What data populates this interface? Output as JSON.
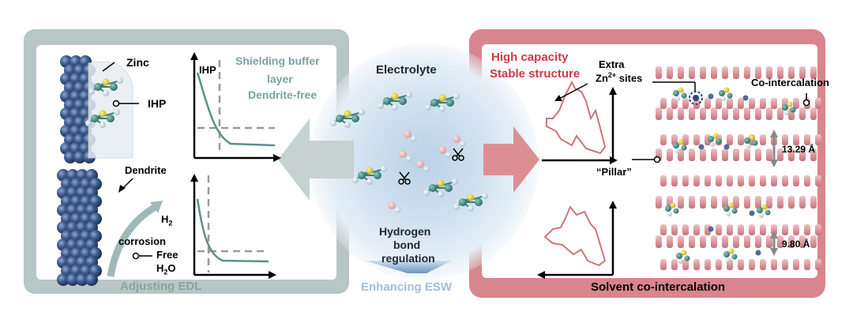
{
  "left": {
    "zinc": "Zinc",
    "ihp_tag": "IHP",
    "chart_ihp": "IHP",
    "shield_1": "Shielding buffer",
    "shield_2": "layer",
    "shield_3": "Dendrite-free",
    "dendrite": "Dendrite",
    "h2": "H",
    "h2_sub": "2",
    "corrosion": "corrosion",
    "free_1": "Free",
    "free_2": "H",
    "free_2_sub": "2",
    "free_2_tail": "O",
    "footer": "Adjusting EDL"
  },
  "center": {
    "electrolyte": "Electrolyte",
    "hb_1": "Hydrogen",
    "hb_2": "bond",
    "hb_3": "regulation",
    "esw": "Enhancing ESW"
  },
  "right": {
    "high_capacity": "High capacity",
    "stable": "Stable structure",
    "extra": "Extra",
    "zn_sites": "Zn",
    "zn_sup": "2+",
    "zn_tail": " sites",
    "cointercalation": "Co-intercalation",
    "pillar": "“Pillar”",
    "d1": "13.29 Å",
    "d2": "9.80 Å",
    "footer": "Solvent co-intercalation"
  },
  "colors": {
    "teal": "#6f9a98",
    "pink": "#cf5a64",
    "navy": "#2e4a74",
    "blue_text": "#9bb7d8"
  }
}
